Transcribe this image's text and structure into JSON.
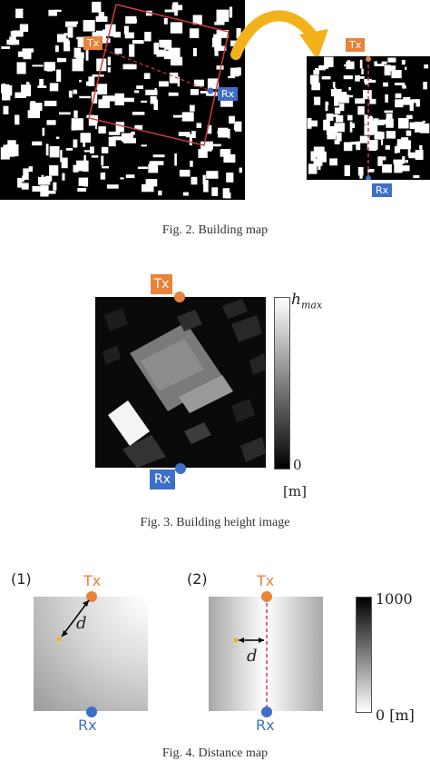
{
  "figure2": {
    "caption": "Fig. 2.  Building map",
    "tx_label": "Tx",
    "rx_label": "Rx"
  },
  "figure3": {
    "caption": "Fig. 3.  Building height image",
    "tx_label": "Tx",
    "rx_label": "Rx",
    "colorbar_top": "h",
    "colorbar_top_sub": "max",
    "colorbar_bottom": "0",
    "colorbar_unit": "[m]"
  },
  "figure4": {
    "caption": "Fig. 4.  Distance map",
    "panel1_label": "(1)",
    "panel2_label": "(2)",
    "tx_label": "Tx",
    "rx_label": "Rx",
    "distance_symbol": "d",
    "colorbar_top": "1000",
    "colorbar_bottom": "0 [m]"
  },
  "colors": {
    "tx_orange": "#e8833a",
    "rx_blue": "#3e6fc8",
    "route_red": "#d43b3b",
    "arrow_yellow": "#f3b21c"
  }
}
